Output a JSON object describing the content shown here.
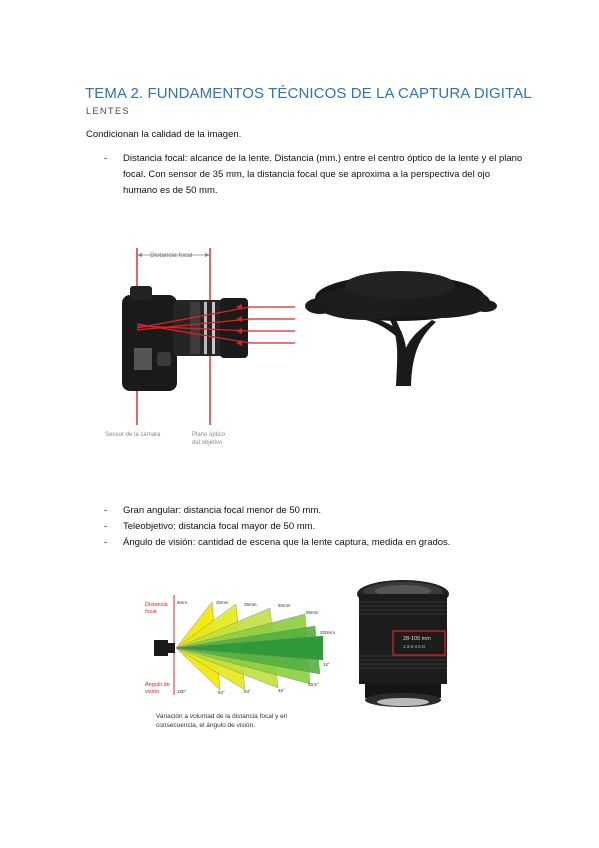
{
  "heading": {
    "title": "TEMA 2. FUNDAMENTOS TÉCNICOS DE LA CAPTURA DIGITAL",
    "subtitle": "LENTES"
  },
  "intro": "Condicionan la calidad de la imagen.",
  "bullets_1": [
    "Distancia focal: alcance de la lente. Distancia (mm.) entre el centro óptico de la lente y el plano focal. Con sensor de 35 mm, la distancia focal que se aproxima a la perspectiva del ojo humano es de 50 mm."
  ],
  "bullets_2": [
    "Gran angular: distancia focal menor de 50 mm.",
    "Teleobjetivo: distancia focal mayor de 50 mm.",
    "Ángulo de visión: cantidad de escena que la lente captura, medida en grados."
  ],
  "bullet_marker": "-",
  "figure1": {
    "dim_label": "Distancia focal",
    "sensor_label": "Sensor de la cámara",
    "plane_label_1": "Plano óptico",
    "plane_label_2": "del objetivo"
  },
  "figure2": {
    "left_label_1a": "Distancia",
    "left_label_1b": "focal",
    "left_label_2a": "Ángulo de",
    "left_label_2b": "visión",
    "focal_lengths": [
      "8mm",
      "20mm",
      "35mm",
      "50mm",
      "85mm",
      "200mm"
    ],
    "angles": [
      "180°",
      "94°",
      "63°",
      "46°",
      "28.5°",
      "12°"
    ],
    "caption_1": "Variación a voluntad de la distancia focal y en",
    "caption_2": "consecuencia, el ángulo de visión.",
    "lens_badge_1": "28-105 mm",
    "lens_badge_2": "1:3.5-4.5 D"
  },
  "colors": {
    "title": "#2e75b6",
    "red_lines": "#e02020",
    "fan_yellow": "#f5ea10",
    "fan_green_light": "#bfe040",
    "fan_green_dark": "#2e9a3a"
  }
}
